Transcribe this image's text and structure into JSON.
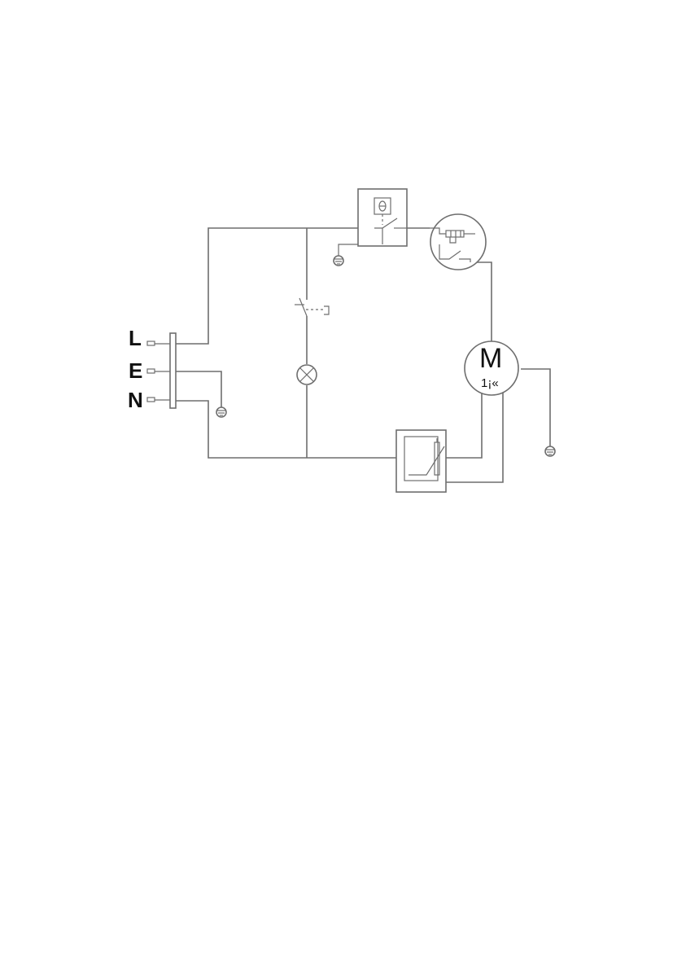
{
  "terminals": [
    {
      "id": "L",
      "label": "L"
    },
    {
      "id": "E",
      "label": "E"
    },
    {
      "id": "N",
      "label": "N"
    }
  ],
  "motor": {
    "symbol": "M",
    "subscript": "1¡«"
  },
  "components": [
    "terminal-block",
    "door-switch",
    "lamp",
    "thermostat",
    "overload-protector",
    "compressor-motor",
    "ptc-starter",
    "ground-symbol"
  ],
  "colors": {
    "line": "#6e6e6e",
    "text": "#111111",
    "background": "#ffffff"
  }
}
